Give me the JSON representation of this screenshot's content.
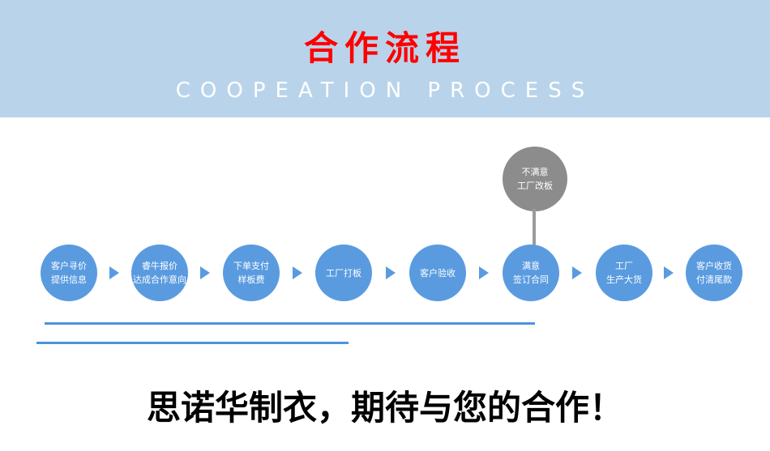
{
  "colors": {
    "banner_bg": "#b9d4ea",
    "title_red": "#ff0000",
    "circle_blue": "#5a9be0",
    "gray_node": "#8c8c8c",
    "line_blue": "#4a94dd"
  },
  "banner": {
    "title": "合作流程",
    "subtitle": "COOPEATION PROCESS"
  },
  "flow": {
    "reject": {
      "line1": "不满意",
      "line2": "工厂改板"
    },
    "steps": [
      {
        "line1": "客户寻价",
        "line2": "提供信息"
      },
      {
        "line1": "睿牛报价",
        "line2": "达成合作意向"
      },
      {
        "line1": "下单支付",
        "line2": "样板费"
      },
      {
        "line1": "工厂打板",
        "line2": ""
      },
      {
        "line1": "客户验收",
        "line2": ""
      },
      {
        "line1": "满意",
        "line2": "签订合同"
      },
      {
        "line1": "工厂",
        "line2": "生产大货"
      },
      {
        "line1": "客户收货",
        "line2": "付清尾款"
      }
    ]
  },
  "footer": {
    "text": "思诺华制衣，期待与您的合作！"
  }
}
